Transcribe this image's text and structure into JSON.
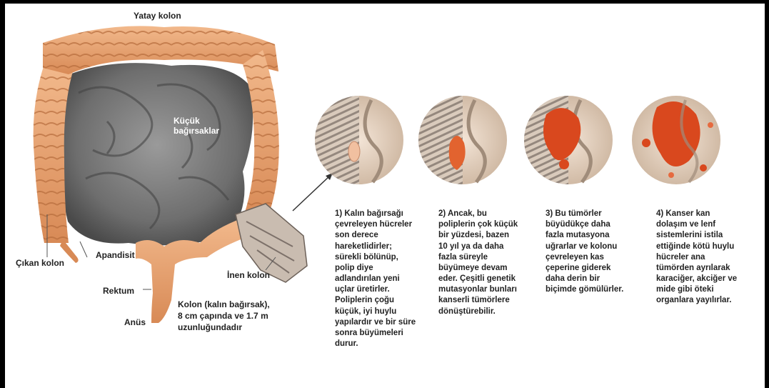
{
  "anatomy": {
    "transverse_colon": "Yatay kolon",
    "small_intestine": "Küçük\nbağırsaklar",
    "ascending_colon": "Çıkan kolon",
    "appendix": "Apandisit",
    "descending_colon": "İnen kolon",
    "rectum": "Rektum",
    "anus": "Anüs",
    "colon_description": "Kolon (kalın bağırsak),\n8 cm çapında ve 1.7 m\nuzunluğundadır"
  },
  "stages": [
    {
      "text": "1) Kalın bağırsağı\nçevreleyen hücreler\nson derece\nhareketlidirler;\nsürekli bölünüp,\npolip diye\nadlandırılan yeni\nuçlar üretirler.\nPoliplerin çoğu\nküçük, iyi huylu\nyapılardır ve bir süre\nsonra büyümeleri\ndurur."
    },
    {
      "text": "2) Ancak, bu\npoliplerin çok küçük\nbir yüzdesi, bazen\n10 yıl ya da daha\nfazla süreyle\nbüyümeye devam\neder. Çeşitli genetik\nmutasyonlar bunları\nkanserli tümörlere\ndönüştürebilir."
    },
    {
      "text": "3) Bu tümörler\nbüyüdükçe daha\nfazla mutasyona\nuğrarlar ve kolonu\nçevreleyen kas\nçeperine giderek\ndaha derin bir\nbiçimde gömülürler."
    },
    {
      "text": "4) Kanser kan\ndolaşım ve lenf\nsistemlerini istila\nettiğinde kötü huylu\nhücreler ana\ntümörden ayrılarak\nkaraciğer, akciğer ve\nmide gibi öteki\norganlara yayılırlar."
    }
  ],
  "colors": {
    "colon": "#e8a070",
    "colon_dark": "#b8693f",
    "small_intestine": "#7a7a7a",
    "tumor": "#d9481e",
    "frame": "#000000"
  }
}
